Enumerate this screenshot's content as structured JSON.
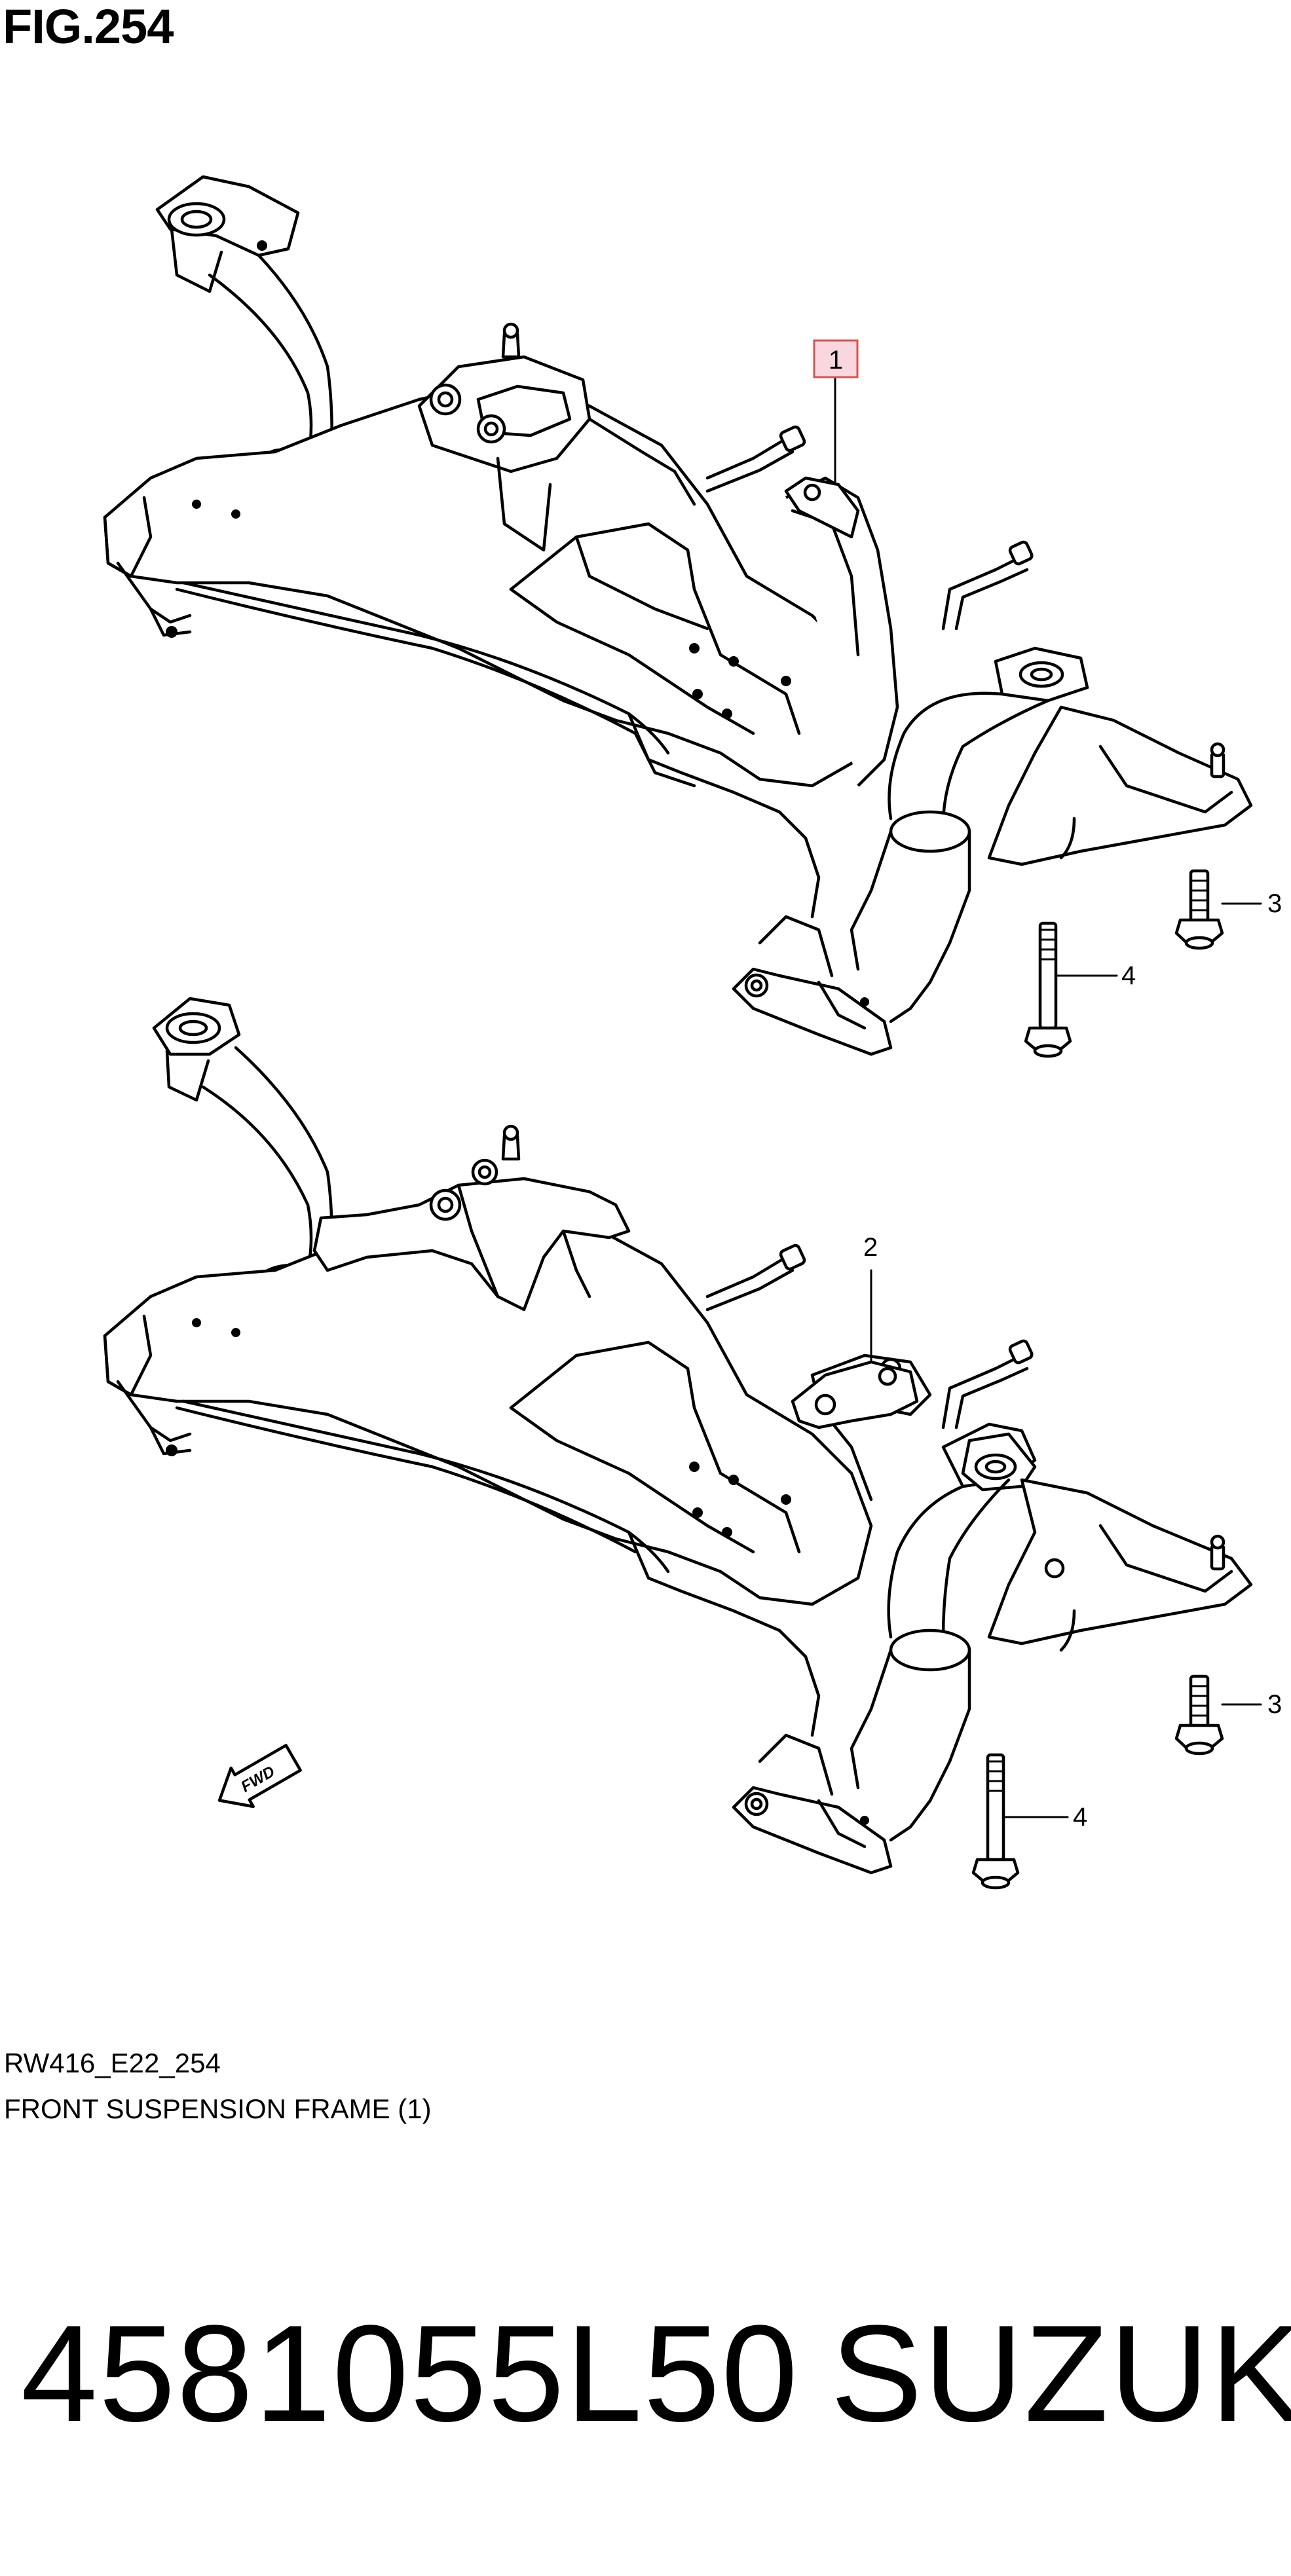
{
  "figure": {
    "title": "FIG.254"
  },
  "callouts": {
    "top": [
      {
        "label": "1",
        "highlighted": true
      },
      {
        "label": "3"
      },
      {
        "label": "4"
      }
    ],
    "bottom": [
      {
        "label": "2"
      },
      {
        "label": "3"
      },
      {
        "label": "4"
      }
    ]
  },
  "fwd_arrow": {
    "label": "FWD"
  },
  "caption": {
    "code": "RW416_E22_254",
    "name": "FRONT SUSPENSION FRAME (1)"
  },
  "footer": {
    "part_number": "4581055L50",
    "brand": "SUZUKI"
  },
  "colors": {
    "highlight_fill": "#f8d7de",
    "highlight_stroke": "#d9534f",
    "line": "#000000",
    "background": "#ffffff"
  }
}
